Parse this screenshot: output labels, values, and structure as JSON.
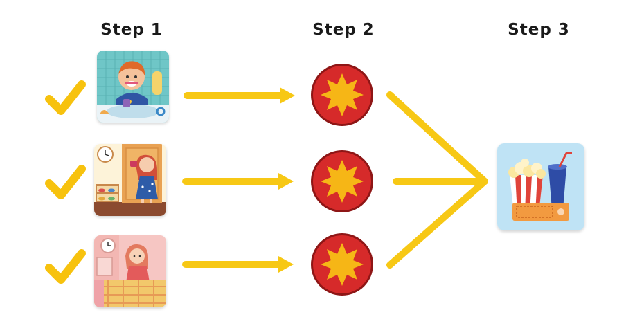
{
  "steps": [
    {
      "label": "Step 1"
    },
    {
      "label": "Step 2"
    },
    {
      "label": "Step 3"
    }
  ],
  "step1_rows": [
    {
      "check_icon": "checkmark-icon",
      "picture": "child-brushing-teeth"
    },
    {
      "check_icon": "checkmark-icon",
      "picture": "girl-putting-away-shoes"
    },
    {
      "check_icon": "checkmark-icon",
      "picture": "girl-making-bed"
    }
  ],
  "step2_tokens": [
    {
      "icon": "star-token-icon"
    },
    {
      "icon": "star-token-icon"
    },
    {
      "icon": "star-token-icon"
    }
  ],
  "step3_reward": {
    "picture": "popcorn-drink-movie-ticket"
  },
  "colors": {
    "arrow": "#F7C815",
    "check": "#F7C20E",
    "token_red": "#D62A2A",
    "token_star": "#F6B616",
    "reward_bg": "#BFE3F5"
  }
}
